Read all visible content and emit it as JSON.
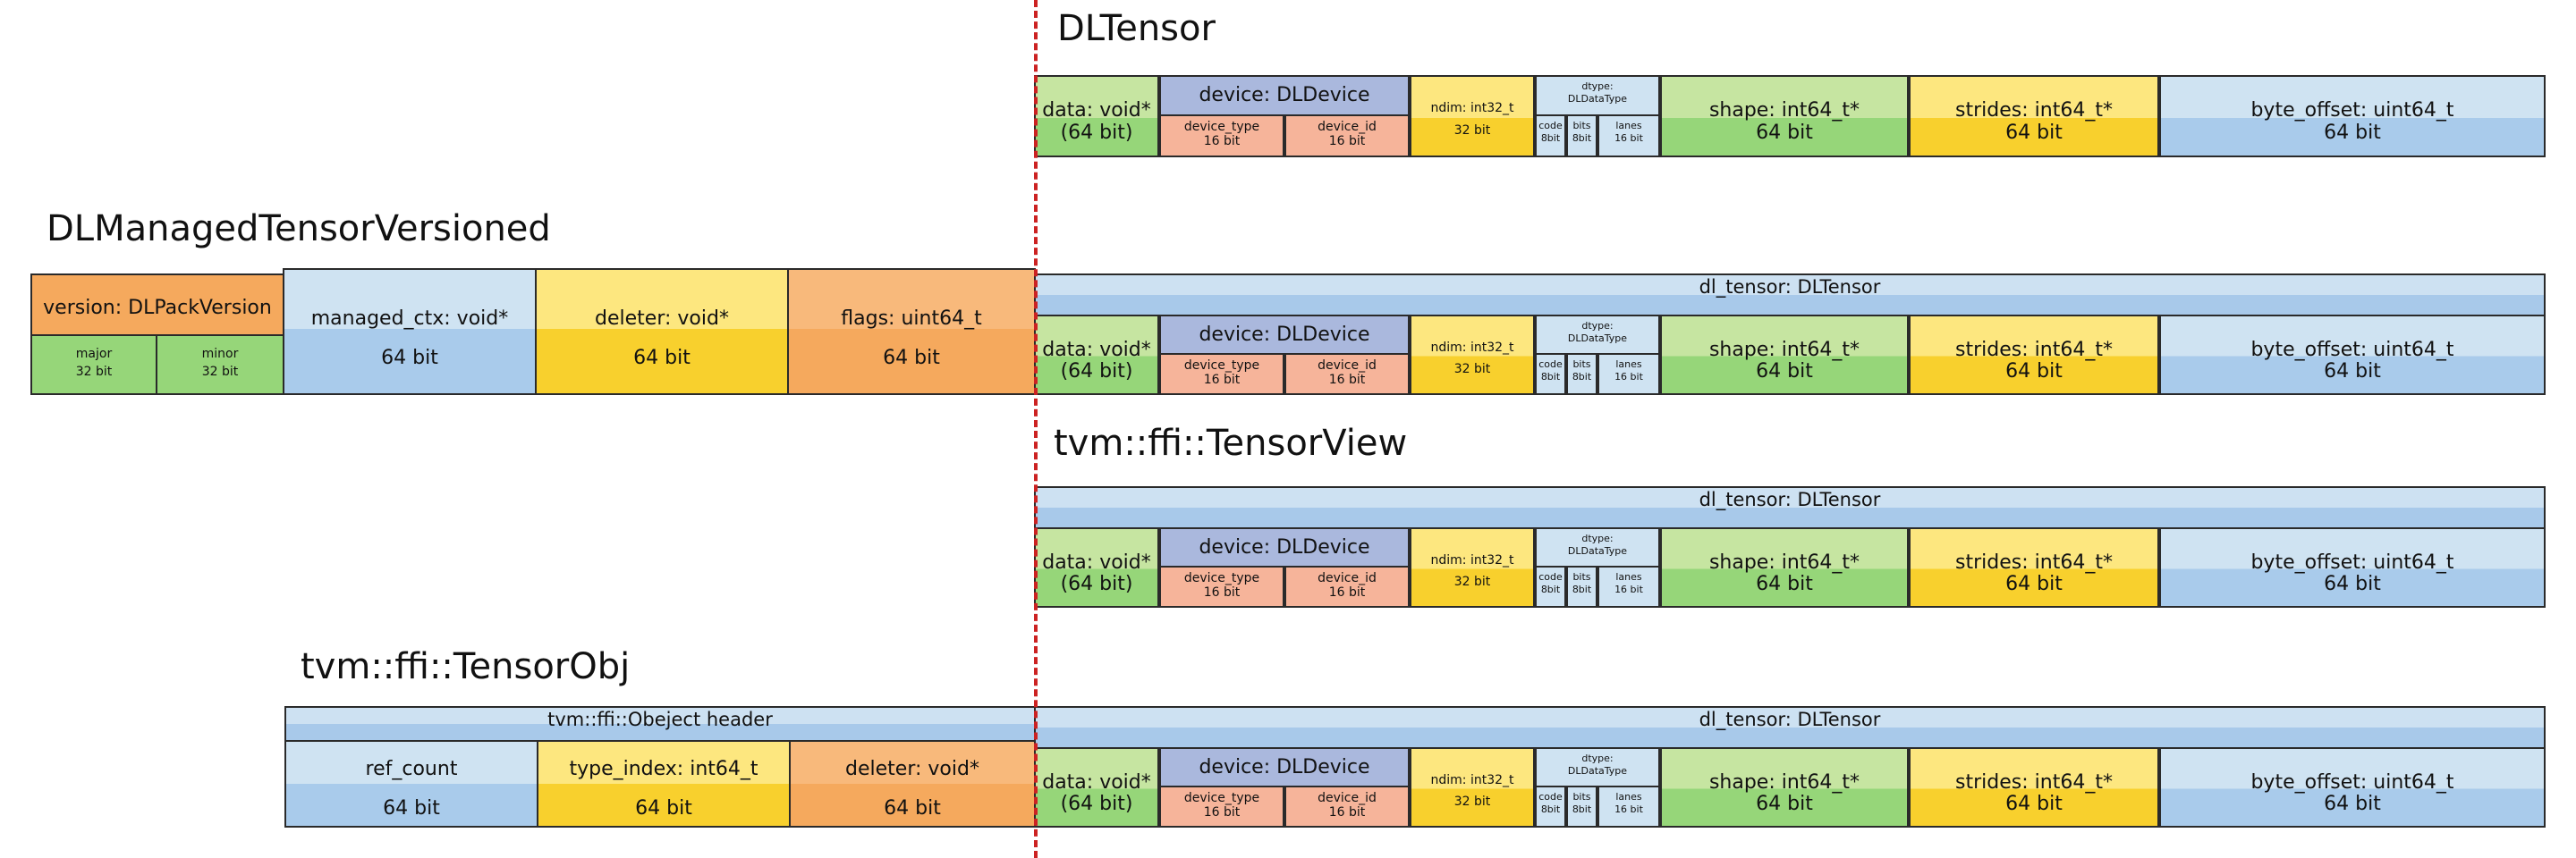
{
  "titles": {
    "dltensor": "DLTensor",
    "managed": "DLManagedTensorVersioned",
    "tensorview": "tvm::ffi::TensorView",
    "tensorobj": "tvm::ffi::TensorObj"
  },
  "headers": {
    "dl_tensor": "dl_tensor: DLTensor",
    "object_header": "tvm::ffi::Obeject header"
  },
  "fields": {
    "data": {
      "name": "data: void*",
      "size": "(64 bit)"
    },
    "device": {
      "name": "device: DLDevice",
      "device_type": {
        "name": "device_type",
        "size": "16 bit"
      },
      "device_id": {
        "name": "device_id",
        "size": "16 bit"
      }
    },
    "ndim": {
      "name": "ndim: int32_t",
      "size": "32 bit"
    },
    "dtype": {
      "name_line1": "dtype:",
      "name_line2": "DLDataType",
      "code": {
        "name": "code",
        "size": "8bit"
      },
      "bits": {
        "name": "bits",
        "size": "8bit"
      },
      "lanes": {
        "name": "lanes",
        "size": "16 bit"
      }
    },
    "shape": {
      "name": "shape: int64_t*",
      "size": "64 bit"
    },
    "strides": {
      "name": "strides: int64_t*",
      "size": "64 bit"
    },
    "byte_offset": {
      "name": "byte_offset: uint64_t",
      "size": "64 bit"
    }
  },
  "managed_fields": {
    "version": {
      "name": "version: DLPackVersion",
      "major": {
        "name": "major",
        "size": "32 bit"
      },
      "minor": {
        "name": "minor",
        "size": "32 bit"
      }
    },
    "managed_ctx": {
      "name": "managed_ctx: void*",
      "size": "64 bit"
    },
    "deleter": {
      "name": "deleter: void*",
      "size": "64 bit"
    },
    "flags": {
      "name": "flags: uint64_t",
      "size": "64 bit"
    }
  },
  "object_fields": {
    "ref_count": {
      "name": "ref_count",
      "size": "64 bit"
    },
    "type_index": {
      "name": "type_index: int64_t",
      "size": "64 bit"
    },
    "deleter": {
      "name": "deleter: void*",
      "size": "64 bit"
    }
  },
  "colors": {
    "green_light": "#c6e5a1",
    "green": "#96d679",
    "blue_light": "#cfe3f2",
    "blue": "#a9cbeb",
    "blue_hdr_top": "#cde1f2",
    "blue_hdr_bot": "#a8c9ea",
    "purple": "#aab8dd",
    "salmon": "#f6b49a",
    "yellow_light": "#fde77f",
    "yellow": "#f8d02d",
    "orange_light": "#f8b97b",
    "orange": "#f5a95d",
    "divider": "#cc2222"
  }
}
